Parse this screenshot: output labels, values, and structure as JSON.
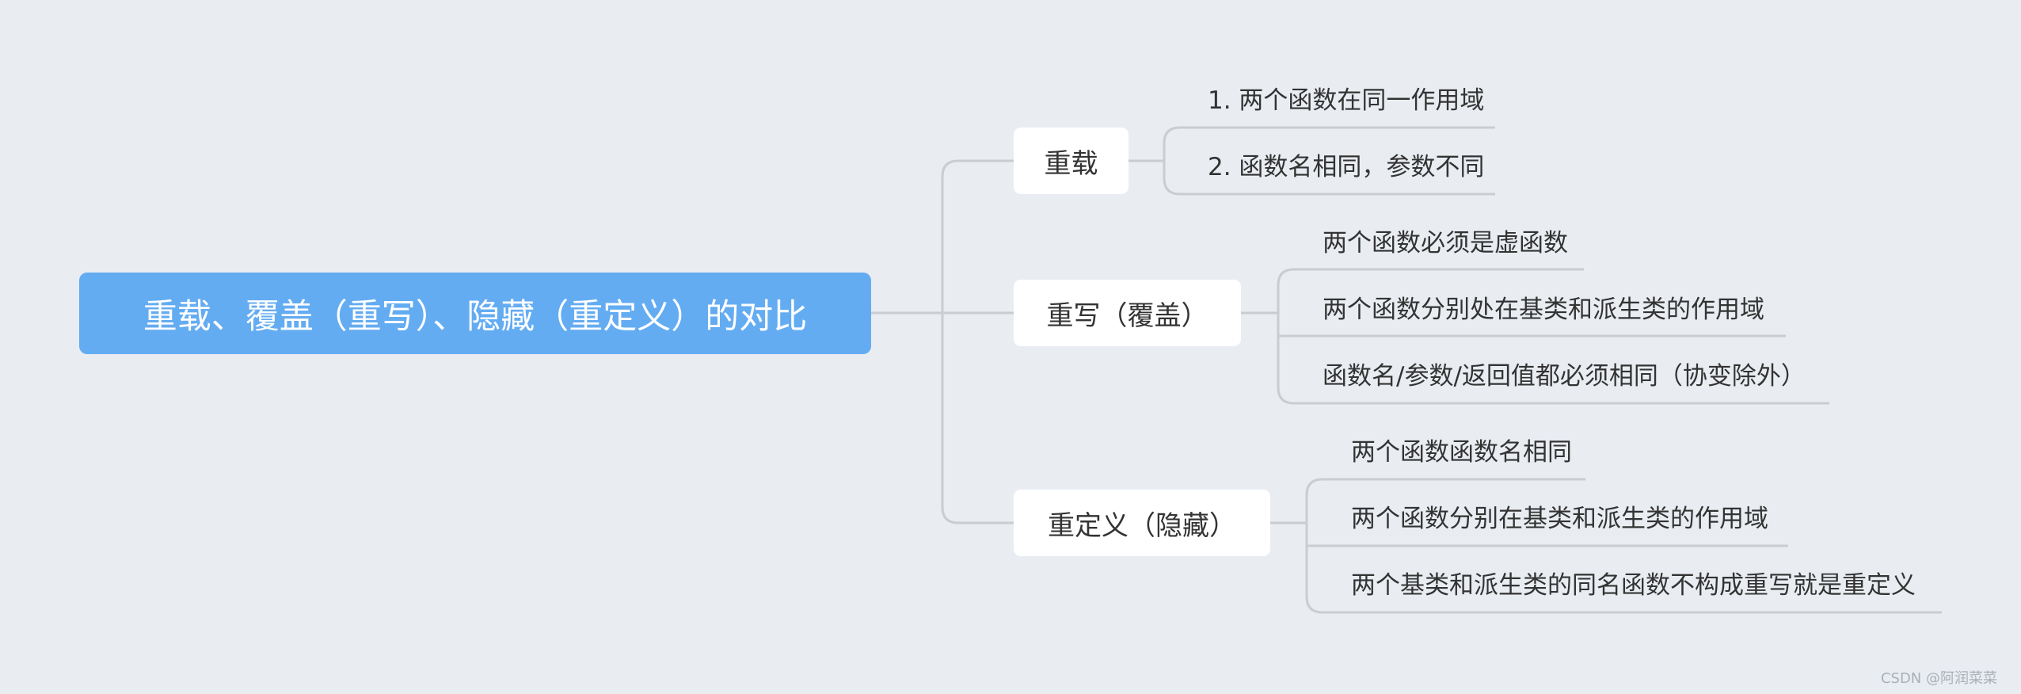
{
  "root": {
    "label": "重载、覆盖（重写）、隐藏（重定义）的对比"
  },
  "branches": [
    {
      "label": "重载",
      "leaves": [
        "1. 两个函数在同一作用域",
        "2. 函数名相同，参数不同"
      ]
    },
    {
      "label": "重写（覆盖）",
      "leaves": [
        "两个函数必须是虚函数",
        "两个函数分别处在基类和派生类的作用域",
        "函数名/参数/返回值都必须相同（协变除外）"
      ]
    },
    {
      "label": "重定义（隐藏）",
      "leaves": [
        "两个函数函数名相同",
        "两个函数分别在基类和派生类的作用域",
        "两个基类和派生类的同名函数不构成重写就是重定义"
      ]
    }
  ],
  "watermark": "CSDN @阿润菜菜",
  "colors": {
    "background": "#e9edf2",
    "root_fill": "#64acf2",
    "node_fill": "#ffffff",
    "connector": "#c9cdd2",
    "text": "#333333"
  }
}
